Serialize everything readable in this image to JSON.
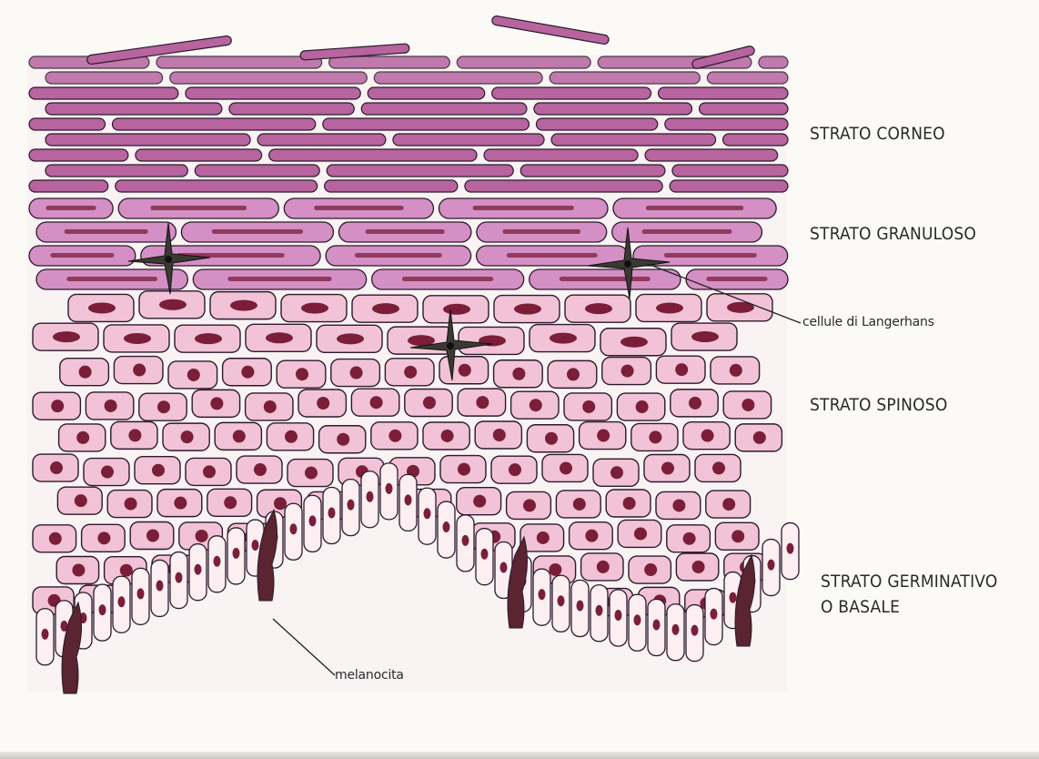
{
  "labels": {
    "strato_corneo": "STRATO CORNEO",
    "strato_granuloso": "STRATO GRANULOSO",
    "cellule_langerhans": "cellule di Langerhans",
    "strato_spinoso": "STRATO SPINOSO",
    "strato_germinativo_line1": "STRATO GERMINATIVO",
    "strato_germinativo_line2": "O BASALE",
    "melanocita": "melanocita"
  },
  "colors": {
    "corneo_cell": "#b7649f",
    "granuloso_cell": "#d48fc4",
    "spinoso_cell": "#f2c3d6",
    "basal_cell": "#fbeff2",
    "outline": "#2b1a2c",
    "nucleus": "#7a1e3a",
    "langerhans": "#3a3a32",
    "melanocyte": "#5a2430"
  }
}
